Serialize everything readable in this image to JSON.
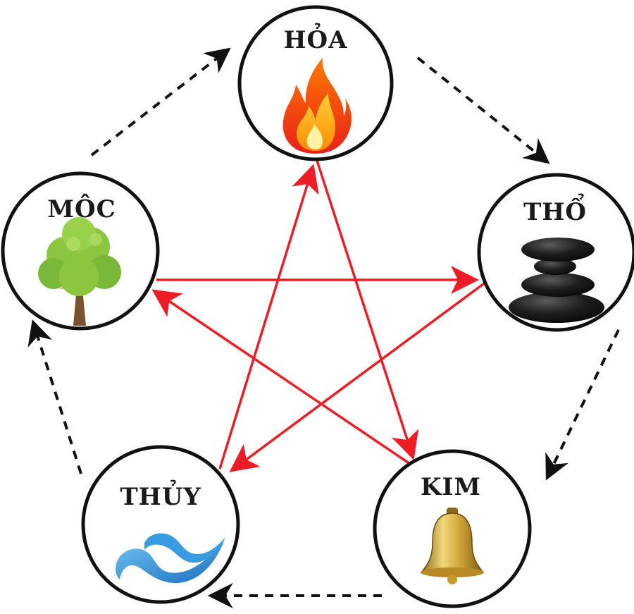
{
  "diagram": {
    "colors": {
      "generating_cycle": "#111111",
      "controlling_cycle": "#ee1c24",
      "node_border": "#111111",
      "background": "#ffffff"
    },
    "nodes": [
      {
        "id": "hoa",
        "label": "HỎA",
        "icon": "fire-icon"
      },
      {
        "id": "tho",
        "label": "THỔ",
        "icon": "stacked-stones-icon"
      },
      {
        "id": "kim",
        "label": "KIM",
        "icon": "bell-icon"
      },
      {
        "id": "thuy",
        "label": "THỦY",
        "icon": "water-wave-icon"
      },
      {
        "id": "moc",
        "label": "MỘC",
        "icon": "tree-icon"
      }
    ],
    "generating_edges": [
      {
        "from": "hoa",
        "to": "tho",
        "style": "dashed",
        "color": "#111111"
      },
      {
        "from": "tho",
        "to": "kim",
        "style": "dashed",
        "color": "#111111"
      },
      {
        "from": "kim",
        "to": "thuy",
        "style": "dashed",
        "color": "#111111"
      },
      {
        "from": "thuy",
        "to": "moc",
        "style": "dashed",
        "color": "#111111"
      },
      {
        "from": "moc",
        "to": "hoa",
        "style": "dashed",
        "color": "#111111"
      }
    ],
    "controlling_edges": [
      {
        "from": "moc",
        "to": "tho",
        "style": "solid",
        "color": "#ee1c24"
      },
      {
        "from": "tho",
        "to": "thuy",
        "style": "solid",
        "color": "#ee1c24"
      },
      {
        "from": "thuy",
        "to": "hoa",
        "style": "solid",
        "color": "#ee1c24"
      },
      {
        "from": "hoa",
        "to": "kim",
        "style": "solid",
        "color": "#ee1c24"
      },
      {
        "from": "kim",
        "to": "moc",
        "style": "solid",
        "color": "#ee1c24"
      }
    ]
  }
}
